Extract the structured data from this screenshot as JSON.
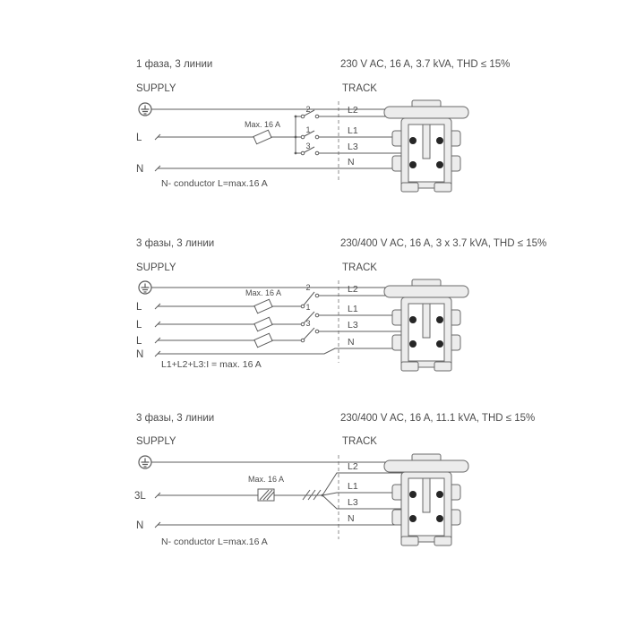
{
  "diagrams": [
    {
      "title": "1 фаза, 3 линии",
      "spec": "230 V AC, 16 A, 3.7 kVA, THD ≤ 15%",
      "supply_label": "SUPPLY",
      "track_label": "TRACK",
      "supply_lines": [
        "L",
        "N"
      ],
      "fuse_label": "Max. 16 A",
      "switch_numbers": [
        "2",
        "1",
        "3"
      ],
      "track_lines": [
        "L2",
        "L1",
        "L3",
        "N"
      ],
      "note": "N- conductor  L=max.16 A"
    },
    {
      "title": "3 фазы, 3 линии",
      "spec": "230/400 V AC, 16 A, 3 x 3.7 kVA, THD ≤ 15%",
      "supply_label": "SUPPLY",
      "track_label": "TRACK",
      "supply_lines": [
        "L",
        "L",
        "L",
        "N"
      ],
      "fuse_label": "Max. 16 A",
      "switch_numbers": [
        "2",
        "1",
        "3"
      ],
      "track_lines": [
        "L2",
        "L1",
        "L3",
        "N"
      ],
      "note": "L1+L2+L3:I = max. 16 A"
    },
    {
      "title": "3 фазы, 3 линии",
      "spec": "230/400 V AC, 16 A, 11.1 kVA, THD ≤ 15%",
      "supply_label": "SUPPLY",
      "track_label": "TRACK",
      "supply_lines": [
        "3L",
        "N"
      ],
      "fuse_label": "Max. 16 A",
      "track_lines": [
        "L2",
        "L1",
        "L3",
        "N"
      ],
      "note": "N- conductor  L=max.16 A"
    }
  ]
}
